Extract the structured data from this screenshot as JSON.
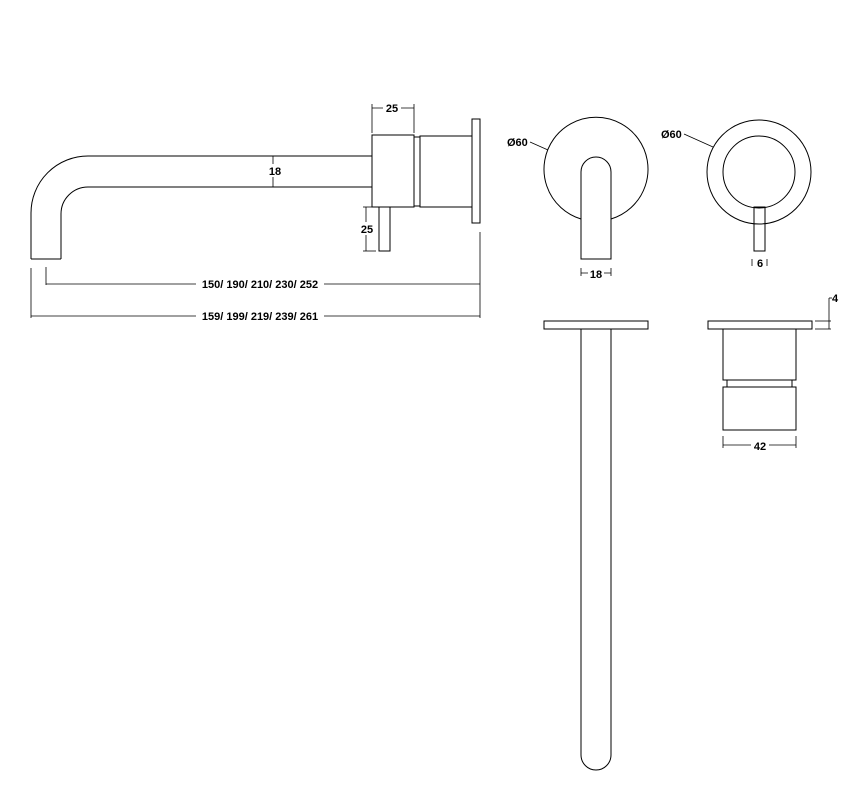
{
  "drawing": {
    "side_view": {
      "dim_body_width": "25",
      "dim_spout_diameter": "18",
      "dim_lever_length": "25",
      "dim_projection_inner": "150/ 190/ 210/ 230/ 252",
      "dim_projection_outer": "159/ 199/ 219/ 239/ 261"
    },
    "front_view_spout": {
      "dim_plate_diameter": "Ø60",
      "dim_spout_width": "18"
    },
    "front_view_mixer": {
      "dim_plate_diameter": "Ø60",
      "dim_lever_width": "6"
    },
    "top_view_mixer": {
      "dim_plate_thickness": "4",
      "dim_body_width": "42"
    }
  }
}
